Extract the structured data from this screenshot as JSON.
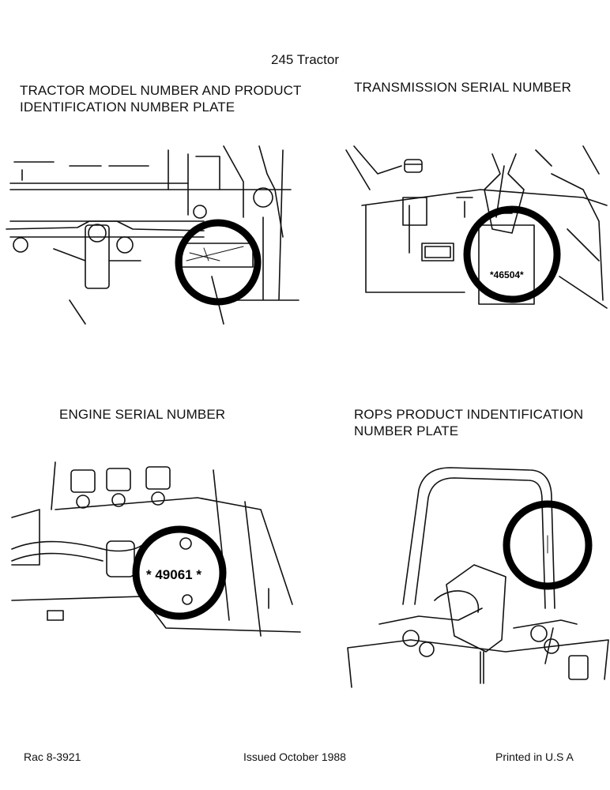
{
  "page_title": "245 Tractor",
  "sections": {
    "tractor_model": {
      "caption": "TRACTOR MODEL NUMBER AND PRODUCT IDENTIFICATION NUMBER PLATE"
    },
    "transmission": {
      "caption": "TRANSMISSION SERIAL NUMBER",
      "serial": "*46504*"
    },
    "engine": {
      "caption": "ENGINE SERIAL NUMBER",
      "serial": "* 49061 *"
    },
    "rops": {
      "caption": "ROPS PRODUCT INDENTIFICATION NUMBER PLATE"
    }
  },
  "footer": {
    "code": "Rac 8-3921",
    "issued": "Issued October  1988",
    "printed": "Printed in U.S A"
  }
}
